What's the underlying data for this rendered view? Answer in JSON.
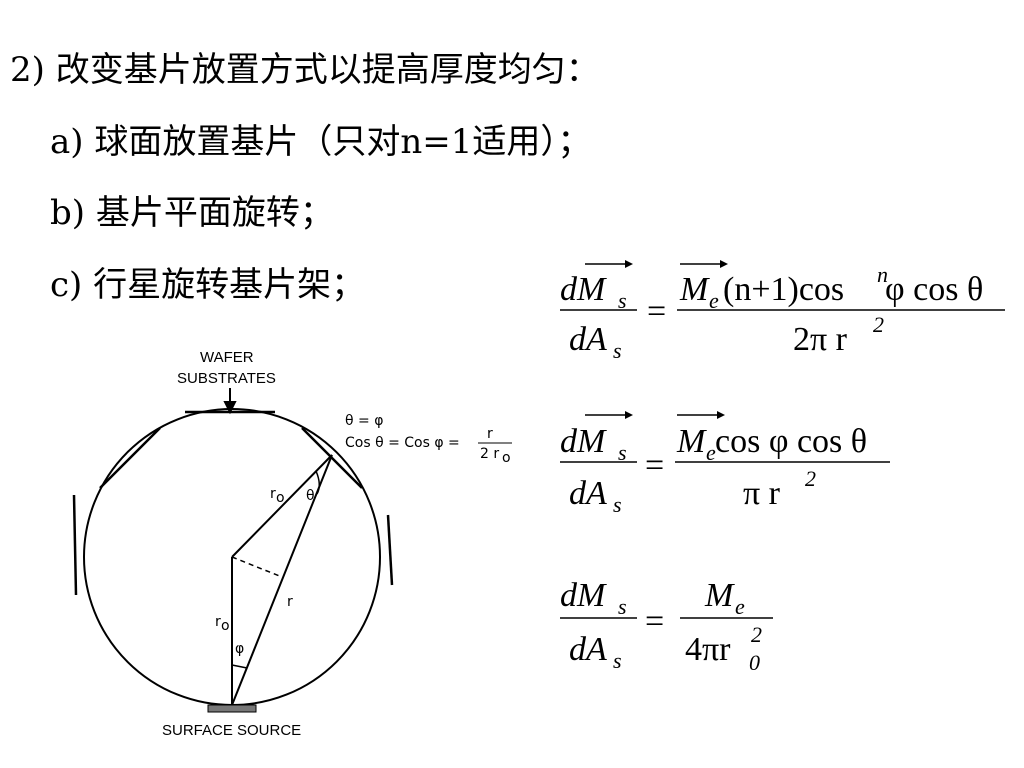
{
  "lines": {
    "l1": "2) 改变基片放置方式以提高厚度均匀：",
    "l2": "a) 球面放置基片（只对n=1适用）；",
    "l3": "b) 基片平面旋转；",
    "l4": "c) 行星旋转基片架；"
  },
  "diagram": {
    "wafer_label_1": "WAFER",
    "wafer_label_2": "SUBSTRATES",
    "source_label": "SURFACE  SOURCE",
    "rel1": "θ = φ",
    "rel2_left": "Cos θ = Cos φ =",
    "rel2_num": "r",
    "rel2_den": "2 r",
    "rel2_den_sub": "o",
    "r0_upper": "r",
    "r0_upper_sub": "o",
    "r0_lower": "r",
    "r0_lower_sub": "o",
    "r_label": "r",
    "theta_label": "θ",
    "phi_label": "φ"
  },
  "equations": {
    "e1_num_left": "dM",
    "e1_num_left_sub": "s",
    "e1_den_left": "dA",
    "e1_den_left_sub": "s",
    "e1_equals": "=",
    "e1_M": "M",
    "e1_M_sub": "e",
    "e1_paren": "(n+1)cos",
    "e1_sup": "n",
    "e1_tail": " φ cos θ",
    "e1_den_right": "2π r",
    "e1_den_right_sup": "2",
    "e2_num_left": "dM",
    "e2_num_left_sub": "s",
    "e2_den_left": "dA",
    "e2_den_left_sub": "s",
    "e2_equals": "=",
    "e2_M": "M",
    "e2_M_sub": "e",
    "e2_tail": " cos φ cos θ",
    "e2_den_right": "π r",
    "e2_den_right_sup": "2",
    "e3_num_left": "dM",
    "e3_num_left_sub": "s",
    "e3_den_left": "dA",
    "e3_den_left_sub": "s",
    "e3_equals": "=",
    "e3_num_right": "M",
    "e3_num_right_sub": "e",
    "e3_den_right": "4πr",
    "e3_den_right_sup": "2",
    "e3_den_right_sub": "0"
  }
}
